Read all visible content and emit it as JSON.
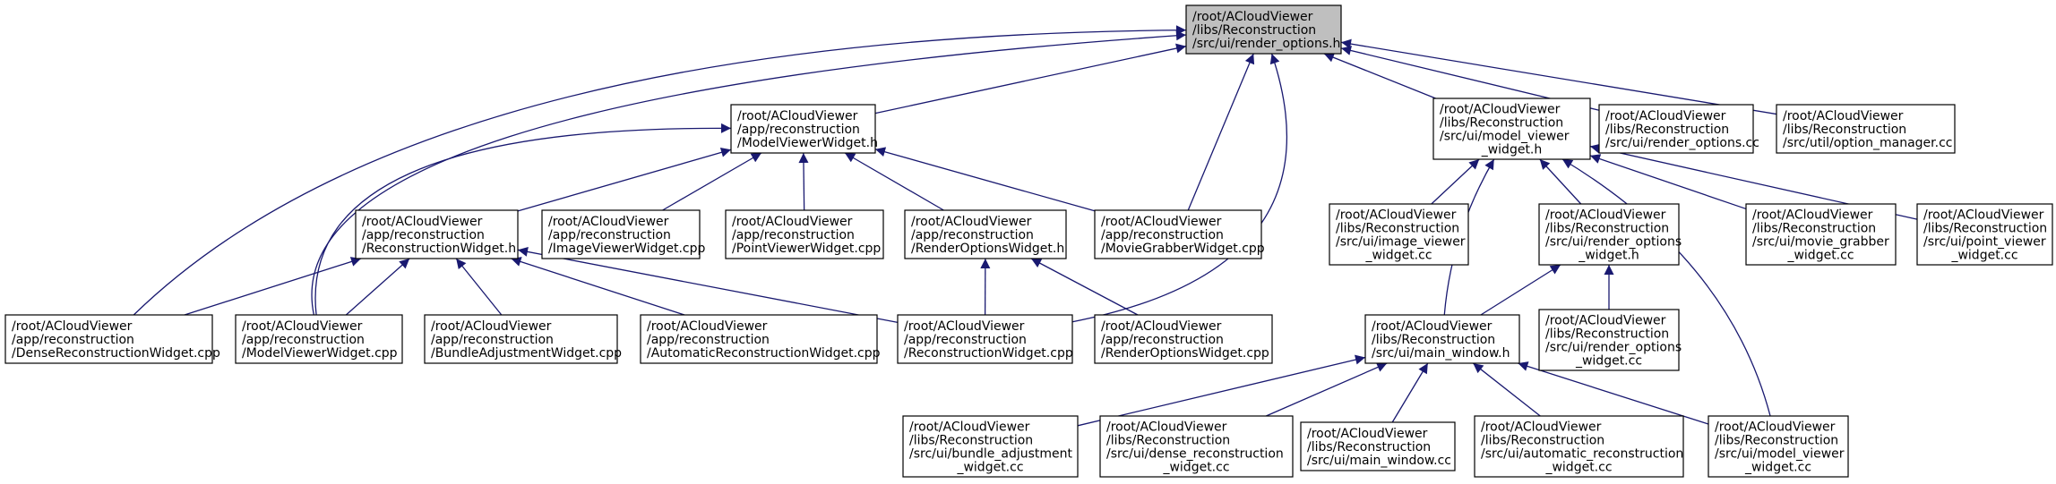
{
  "colors": {
    "edge": "#191970",
    "node_border": "#000000",
    "node_fill": "#ffffff",
    "highlight_fill": "#bfbfbf",
    "text": "#000000"
  },
  "nodes": [
    {
      "id": "render_options_h",
      "name": "node-render-options-h",
      "highlight": true,
      "lines": [
        "/root/ACloudViewer",
        "/libs/Reconstruction",
        "/src/ui/render_options.h"
      ]
    },
    {
      "id": "app_ModelViewerWidget_h",
      "name": "node-app-modelviewerwidget-h",
      "lines": [
        "/root/ACloudViewer",
        "/app/reconstruction",
        "/ModelViewerWidget.h"
      ]
    },
    {
      "id": "src_model_viewer_widget_h",
      "name": "node-src-model-viewer-widget-h",
      "lines": [
        "/root/ACloudViewer",
        "/libs/Reconstruction",
        "/src/ui/model_viewer",
        "_widget.h"
      ]
    },
    {
      "id": "src_render_options_cc",
      "name": "node-src-render-options-cc",
      "lines": [
        "/root/ACloudViewer",
        "/libs/Reconstruction",
        "/src/ui/render_options.cc"
      ]
    },
    {
      "id": "src_option_manager_cc",
      "name": "node-src-option-manager-cc",
      "lines": [
        "/root/ACloudViewer",
        "/libs/Reconstruction",
        "/src/util/option_manager.cc"
      ]
    },
    {
      "id": "app_ReconstructionWidget_h",
      "name": "node-app-reconstructionwidget-h",
      "lines": [
        "/root/ACloudViewer",
        "/app/reconstruction",
        "/ReconstructionWidget.h"
      ]
    },
    {
      "id": "app_ImageViewerWidget_cpp",
      "name": "node-app-imageviewerwidget-cpp",
      "lines": [
        "/root/ACloudViewer",
        "/app/reconstruction",
        "/ImageViewerWidget.cpp"
      ]
    },
    {
      "id": "app_PointViewerWidget_cpp",
      "name": "node-app-pointviewerwidget-cpp",
      "lines": [
        "/root/ACloudViewer",
        "/app/reconstruction",
        "/PointViewerWidget.cpp"
      ]
    },
    {
      "id": "app_RenderOptionsWidget_h",
      "name": "node-app-renderoptionswidget-h",
      "lines": [
        "/root/ACloudViewer",
        "/app/reconstruction",
        "/RenderOptionsWidget.h"
      ]
    },
    {
      "id": "app_MovieGrabberWidget_cpp",
      "name": "node-app-moviegrabberwidget-cpp",
      "lines": [
        "/root/ACloudViewer",
        "/app/reconstruction",
        "/MovieGrabberWidget.cpp"
      ]
    },
    {
      "id": "src_image_viewer_widget_cc",
      "name": "node-src-image-viewer-widget-cc",
      "lines": [
        "/root/ACloudViewer",
        "/libs/Reconstruction",
        "/src/ui/image_viewer",
        "_widget.cc"
      ]
    },
    {
      "id": "src_render_options_widget_h",
      "name": "node-src-render-options-widget-h",
      "lines": [
        "/root/ACloudViewer",
        "/libs/Reconstruction",
        "/src/ui/render_options",
        "_widget.h"
      ]
    },
    {
      "id": "src_movie_grabber_widget_cc",
      "name": "node-src-movie-grabber-widget-cc",
      "lines": [
        "/root/ACloudViewer",
        "/libs/Reconstruction",
        "/src/ui/movie_grabber",
        "_widget.cc"
      ]
    },
    {
      "id": "src_point_viewer_widget_cc",
      "name": "node-src-point-viewer-widget-cc",
      "lines": [
        "/root/ACloudViewer",
        "/libs/Reconstruction",
        "/src/ui/point_viewer",
        "_widget.cc"
      ]
    },
    {
      "id": "app_DenseReconstructionWidget_cpp",
      "name": "node-app-densereconstructionwidget-cpp",
      "lines": [
        "/root/ACloudViewer",
        "/app/reconstruction",
        "/DenseReconstructionWidget.cpp"
      ]
    },
    {
      "id": "app_ModelViewerWidget_cpp",
      "name": "node-app-modelviewerwidget-cpp",
      "lines": [
        "/root/ACloudViewer",
        "/app/reconstruction",
        "/ModelViewerWidget.cpp"
      ]
    },
    {
      "id": "app_BundleAdjustmentWidget_cpp",
      "name": "node-app-bundleadjustmentwidget-cpp",
      "lines": [
        "/root/ACloudViewer",
        "/app/reconstruction",
        "/BundleAdjustmentWidget.cpp"
      ]
    },
    {
      "id": "app_AutomaticReconstructionWidget_cpp",
      "name": "node-app-automaticreconstructionwidget-cpp",
      "lines": [
        "/root/ACloudViewer",
        "/app/reconstruction",
        "/AutomaticReconstructionWidget.cpp"
      ]
    },
    {
      "id": "app_ReconstructionWidget_cpp",
      "name": "node-app-reconstructionwidget-cpp",
      "lines": [
        "/root/ACloudViewer",
        "/app/reconstruction",
        "/ReconstructionWidget.cpp"
      ]
    },
    {
      "id": "app_RenderOptionsWidget_cpp",
      "name": "node-app-renderoptionswidget-cpp",
      "lines": [
        "/root/ACloudViewer",
        "/app/reconstruction",
        "/RenderOptionsWidget.cpp"
      ]
    },
    {
      "id": "src_main_window_h",
      "name": "node-src-main-window-h",
      "lines": [
        "/root/ACloudViewer",
        "/libs/Reconstruction",
        "/src/ui/main_window.h"
      ]
    },
    {
      "id": "src_render_options_widget_cc",
      "name": "node-src-render-options-widget-cc",
      "lines": [
        "/root/ACloudViewer",
        "/libs/Reconstruction",
        "/src/ui/render_options",
        "_widget.cc"
      ]
    },
    {
      "id": "src_bundle_adjustment_widget_cc",
      "name": "node-src-bundle-adjustment-widget-cc",
      "lines": [
        "/root/ACloudViewer",
        "/libs/Reconstruction",
        "/src/ui/bundle_adjustment",
        "_widget.cc"
      ]
    },
    {
      "id": "src_dense_reconstruction_widget_cc",
      "name": "node-src-dense-reconstruction-widget-cc",
      "lines": [
        "/root/ACloudViewer",
        "/libs/Reconstruction",
        "/src/ui/dense_reconstruction",
        "_widget.cc"
      ]
    },
    {
      "id": "src_main_window_cc",
      "name": "node-src-main-window-cc",
      "lines": [
        "/root/ACloudViewer",
        "/libs/Reconstruction",
        "/src/ui/main_window.cc"
      ]
    },
    {
      "id": "src_automatic_reconstruction_widget_cc",
      "name": "node-src-automatic-reconstruction-widget-cc",
      "lines": [
        "/root/ACloudViewer",
        "/libs/Reconstruction",
        "/src/ui/automatic_reconstruction",
        "_widget.cc"
      ]
    },
    {
      "id": "src_model_viewer_widget_cc",
      "name": "node-src-model-viewer-widget-cc",
      "lines": [
        "/root/ACloudViewer",
        "/libs/Reconstruction",
        "/src/ui/model_viewer",
        "_widget.cc"
      ]
    }
  ],
  "edges": [
    {
      "from": "render_options_h",
      "to": "app_ModelViewerWidget_h"
    },
    {
      "from": "render_options_h",
      "to": "src_model_viewer_widget_h"
    },
    {
      "from": "render_options_h",
      "to": "src_render_options_cc"
    },
    {
      "from": "render_options_h",
      "to": "src_option_manager_cc"
    },
    {
      "from": "render_options_h",
      "to": "app_DenseReconstructionWidget_cpp"
    },
    {
      "from": "render_options_h",
      "to": "app_ModelViewerWidget_cpp"
    },
    {
      "from": "render_options_h",
      "to": "app_MovieGrabberWidget_cpp"
    },
    {
      "from": "render_options_h",
      "to": "app_ReconstructionWidget_cpp"
    },
    {
      "from": "app_ModelViewerWidget_h",
      "to": "app_ReconstructionWidget_h"
    },
    {
      "from": "app_ModelViewerWidget_h",
      "to": "app_ImageViewerWidget_cpp"
    },
    {
      "from": "app_ModelViewerWidget_h",
      "to": "app_PointViewerWidget_cpp"
    },
    {
      "from": "app_ModelViewerWidget_h",
      "to": "app_RenderOptionsWidget_h"
    },
    {
      "from": "app_ModelViewerWidget_h",
      "to": "app_MovieGrabberWidget_cpp"
    },
    {
      "from": "app_ModelViewerWidget_h",
      "to": "app_ModelViewerWidget_cpp"
    },
    {
      "from": "app_ReconstructionWidget_h",
      "to": "app_DenseReconstructionWidget_cpp"
    },
    {
      "from": "app_ReconstructionWidget_h",
      "to": "app_ModelViewerWidget_cpp"
    },
    {
      "from": "app_ReconstructionWidget_h",
      "to": "app_BundleAdjustmentWidget_cpp"
    },
    {
      "from": "app_ReconstructionWidget_h",
      "to": "app_AutomaticReconstructionWidget_cpp"
    },
    {
      "from": "app_ReconstructionWidget_h",
      "to": "app_ReconstructionWidget_cpp"
    },
    {
      "from": "app_RenderOptionsWidget_h",
      "to": "app_ReconstructionWidget_cpp"
    },
    {
      "from": "app_RenderOptionsWidget_h",
      "to": "app_RenderOptionsWidget_cpp"
    },
    {
      "from": "src_model_viewer_widget_h",
      "to": "src_image_viewer_widget_cc"
    },
    {
      "from": "src_model_viewer_widget_h",
      "to": "src_render_options_widget_h"
    },
    {
      "from": "src_model_viewer_widget_h",
      "to": "src_movie_grabber_widget_cc"
    },
    {
      "from": "src_model_viewer_widget_h",
      "to": "src_point_viewer_widget_cc"
    },
    {
      "from": "src_model_viewer_widget_h",
      "to": "src_main_window_h"
    },
    {
      "from": "src_model_viewer_widget_h",
      "to": "src_model_viewer_widget_cc"
    },
    {
      "from": "src_render_options_widget_h",
      "to": "src_main_window_h"
    },
    {
      "from": "src_render_options_widget_h",
      "to": "src_render_options_widget_cc"
    },
    {
      "from": "src_main_window_h",
      "to": "src_bundle_adjustment_widget_cc"
    },
    {
      "from": "src_main_window_h",
      "to": "src_dense_reconstruction_widget_cc"
    },
    {
      "from": "src_main_window_h",
      "to": "src_main_window_cc"
    },
    {
      "from": "src_main_window_h",
      "to": "src_automatic_reconstruction_widget_cc"
    },
    {
      "from": "src_main_window_h",
      "to": "src_model_viewer_widget_cc"
    }
  ]
}
